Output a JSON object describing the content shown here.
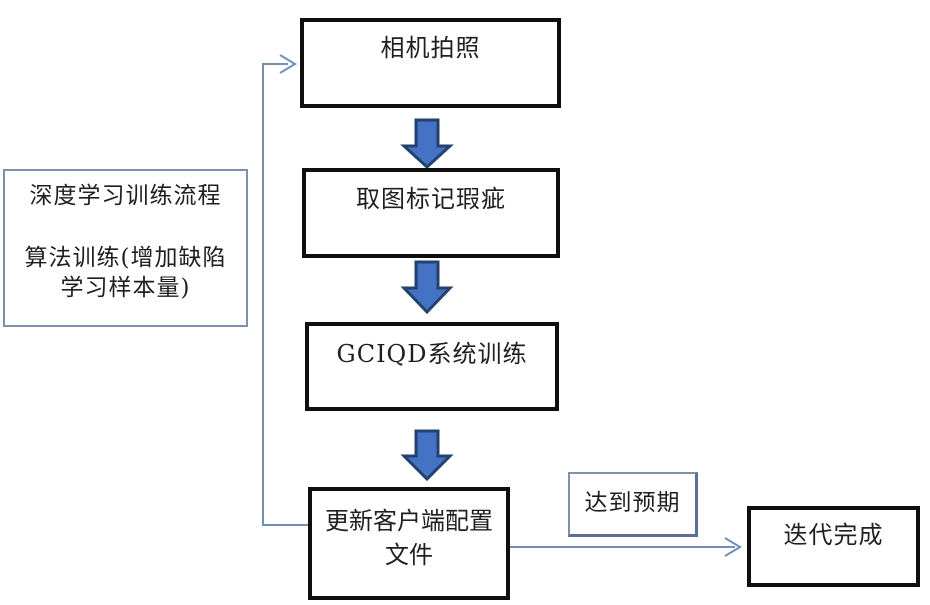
{
  "diagram": {
    "info_box": {
      "title": "深度学习训练流程",
      "line2": "算法训练(增加缺陷",
      "line3": "学习样本量)"
    },
    "steps": [
      {
        "label": "相机拍照"
      },
      {
        "label": "取图标记瑕疵"
      },
      {
        "label": "GCIQD系统训练"
      },
      {
        "label": "更新客户端配置文件"
      }
    ],
    "branch_label": "达到预期",
    "end_label": "迭代完成"
  },
  "colors": {
    "background": "#ffffff",
    "text": "#1f1f1f",
    "flow_border": "#0f0f0f",
    "block_arrow_fill": "#4472c4",
    "block_arrow_stroke": "#24426e",
    "connector": "#7090b5",
    "light_border": "#7d91ad",
    "light_border_dark": "#5c6f8d"
  }
}
